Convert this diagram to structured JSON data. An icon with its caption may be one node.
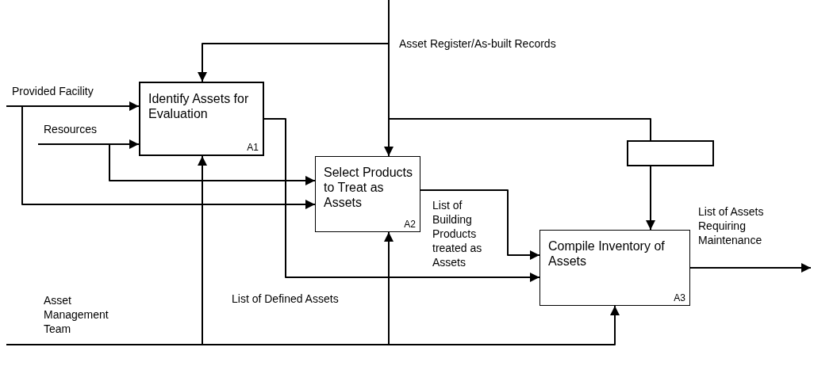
{
  "diagram": {
    "nodes": [
      {
        "text": [
          "Identify Assets for Evaluation",
          "A1"
        ]
      },
      {
        "text": [
          "Select Products to Treat as Assets",
          "A2"
        ]
      },
      {
        "text": [],
        "shape": "box"
      },
      {
        "text": [
          "Compile Inventory of Assets",
          "A3"
        ]
      }
    ],
    "edges": [
      {
        "from": null,
        "to": 0,
        "arrow": "to",
        "label": "Provided Facility"
      },
      {
        "from": null,
        "to": 1,
        "arrow": "to"
      },
      {
        "from": null,
        "to": 0,
        "arrow": "to",
        "label": "Resources"
      },
      {
        "from": null,
        "to": 1,
        "arrow": "to"
      },
      {
        "from": null,
        "to": 0,
        "arrow": "to",
        "label": "Asset Register/As-built Records"
      },
      {
        "from": null,
        "to": 1,
        "arrow": "to"
      },
      {
        "from": null,
        "to": 3,
        "arrow": "to"
      },
      {
        "from": 0,
        "to": 3,
        "arrow": "to",
        "label": "List of Defined Assets"
      },
      {
        "from": 1,
        "to": 3,
        "arrow": "to",
        "label": "List of Building Products treated as Assets"
      },
      {
        "from": 3,
        "to": null,
        "arrow": "to",
        "label": "List of Assets Requiring Maintenance"
      },
      {
        "from": null,
        "to": 0,
        "arrow": "to",
        "label": "Asset Management Team"
      },
      {
        "from": null,
        "to": 1,
        "arrow": "to"
      },
      {
        "from": null,
        "to": 3,
        "arrow": "to"
      }
    ]
  }
}
